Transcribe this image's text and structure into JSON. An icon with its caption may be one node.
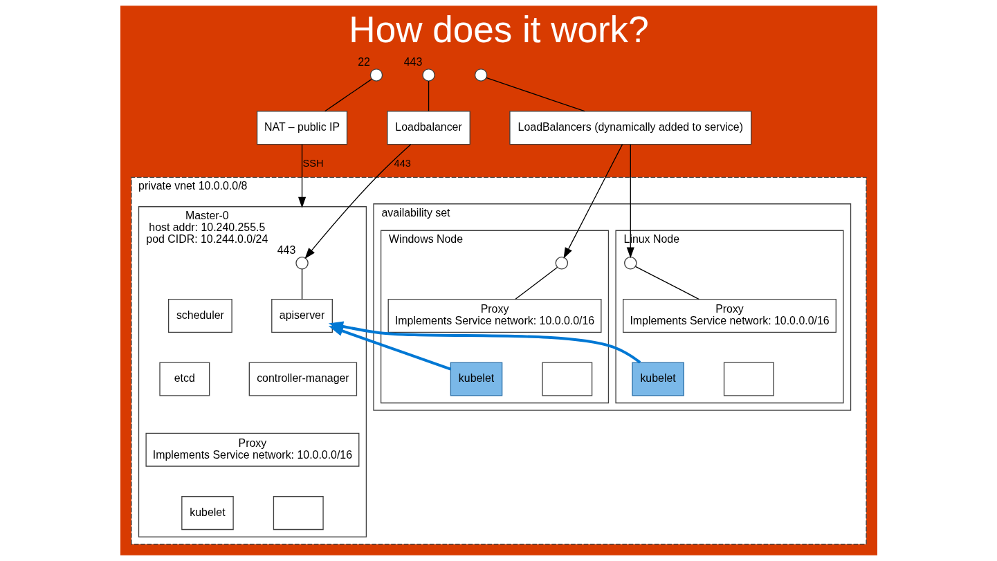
{
  "diagram": {
    "title": "How does it work?",
    "nodes": [
      {
        "text": [],
        "shape": "circle",
        "beside": [
          "22"
        ]
      },
      {
        "text": [],
        "shape": "circle",
        "beside": [
          "443"
        ]
      },
      {
        "text": [
          "NAT – public IP"
        ]
      },
      {
        "text": [
          "Loadbalancer"
        ]
      },
      {
        "text": [],
        "shape": "circle"
      },
      {
        "text": [
          "LoadBalancers (dynamically added to service)"
        ]
      },
      {
        "text": [
          "private vnet 10.0.0.0/8"
        ]
      },
      {
        "text": [
          "Master-0",
          "host addr: 10.240.255.5",
          "pod CIDR: 10.244.0.0/24"
        ],
        "in": 6
      },
      {
        "text": [],
        "shape": "circle",
        "beside": [
          "443"
        ],
        "in": 7
      },
      {
        "text": [
          "scheduler"
        ],
        "in": 7
      },
      {
        "text": [
          "apiserver"
        ],
        "in": 7
      },
      {
        "text": [
          "etcd"
        ],
        "in": 7
      },
      {
        "text": [
          "controller-manager"
        ],
        "in": 7
      },
      {
        "text": [
          "Proxy",
          "Implements Service network: 10.0.0.0/16"
        ],
        "in": 7
      },
      {
        "text": [
          "kubelet"
        ],
        "in": 7
      },
      {
        "text": [],
        "shape": "box",
        "in": 7
      },
      {
        "text": [
          "availability set"
        ],
        "in": 6
      },
      {
        "text": [
          "Windows Node"
        ],
        "in": 16
      },
      {
        "text": [],
        "shape": "circle",
        "in": 17
      },
      {
        "text": [
          "Proxy",
          "Implements Service network: 10.0.0.0/16"
        ],
        "in": 17
      },
      {
        "text": [
          "kubelet"
        ],
        "in": 17
      },
      {
        "text": [],
        "shape": "box",
        "in": 17
      },
      {
        "text": [
          "Linux Node"
        ],
        "in": 16
      },
      {
        "text": [],
        "shape": "circle",
        "in": 22
      },
      {
        "text": [
          "Proxy",
          "Implements Service network: 10.0.0.0/16"
        ],
        "in": 22
      },
      {
        "text": [
          "kubelet"
        ],
        "in": 22
      },
      {
        "text": [],
        "shape": "box",
        "in": 22
      }
    ],
    "edges": [
      {
        "from": 0,
        "to": 2,
        "arrow": "none"
      },
      {
        "from": 1,
        "to": 3,
        "arrow": "none"
      },
      {
        "from": 4,
        "to": 5,
        "arrow": "none"
      },
      {
        "from": 2,
        "to": 7,
        "arrow": "to",
        "label": "SSH"
      },
      {
        "from": 3,
        "to": 8,
        "arrow": "to",
        "label": "443"
      },
      {
        "from": 8,
        "to": 10,
        "arrow": "none"
      },
      {
        "from": 5,
        "to": 18,
        "arrow": "to"
      },
      {
        "from": 5,
        "to": 23,
        "arrow": "to"
      },
      {
        "from": 18,
        "to": 19,
        "arrow": "none"
      },
      {
        "from": 23,
        "to": 24,
        "arrow": "none"
      },
      {
        "from": 20,
        "to": 10,
        "arrow": "to",
        "style": "thick",
        "color": "#0078d4"
      },
      {
        "from": 25,
        "to": 10,
        "arrow": "to",
        "style": "thick",
        "color": "#0078d4"
      }
    ]
  }
}
